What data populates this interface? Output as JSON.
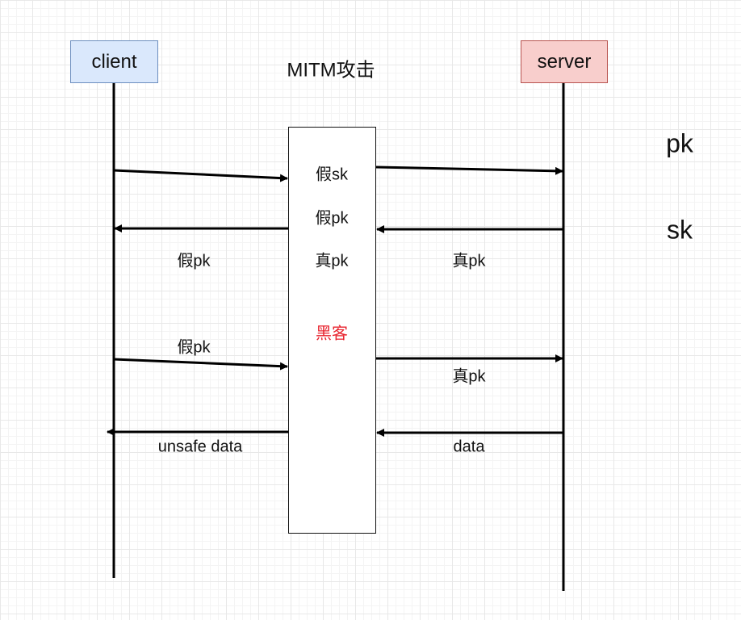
{
  "title": "MITM攻击",
  "actors": {
    "client": "client",
    "server": "server"
  },
  "middle": {
    "labels": [
      "假sk",
      "假pk",
      "真pk"
    ],
    "hacker": "黑客"
  },
  "messages": {
    "fake_pk_to_client": "假pk",
    "real_pk_from_server": "真pk",
    "fake_pk_from_client": "假pk",
    "real_pk_to_server": "真pk",
    "unsafe_data": "unsafe data",
    "data": "data"
  },
  "legend": {
    "pk": "pk",
    "sk": "sk"
  },
  "colors": {
    "client_fill": "#dae8fc",
    "client_border": "#6c8ebf",
    "server_fill": "#f8cecc",
    "server_border": "#b85450",
    "hacker_text": "#e8232e"
  }
}
